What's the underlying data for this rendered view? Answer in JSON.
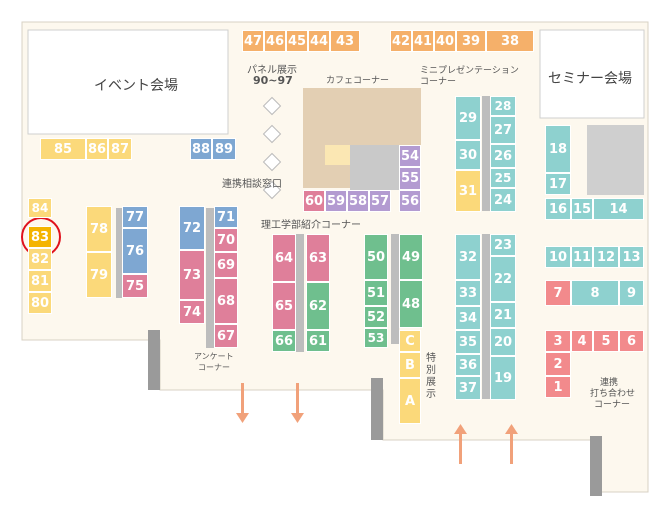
{
  "colors": {
    "floor": "#fdf8ee",
    "orange": "#f5b06a",
    "yellow": "#fbd97a",
    "blue": "#7ea7d2",
    "pink": "#df7f9a",
    "green": "#6fbf8e",
    "purple": "#b39bd1",
    "teal": "#8ed1cf",
    "salmon": "#f28a8c",
    "gray": "#bdbdbd",
    "cafe": "#d9c2a4",
    "highlight": "#e0121d",
    "highlight_fill": "#f4b400"
  },
  "halls": {
    "event": "イベント会場",
    "seminar": "セミナー会場"
  },
  "labels": {
    "panel_title": "パネル展示",
    "panel_range": "90~97",
    "cafe": "カフェコーナー",
    "mini_line1": "ミニプレゼンテーション",
    "mini_line2": "コーナー",
    "consult": "連携相談窓口",
    "science": "理工学部紹介コーナー",
    "survey_line1": "アンケート",
    "survey_line2": "コーナー",
    "special": "特別展示",
    "meeting_line1": "連携",
    "meeting_line2": "打ち合わせ",
    "meeting_line3": "コーナー"
  },
  "highlighted_booth": "83",
  "booths": [
    {
      "id": "47",
      "c": "orange"
    },
    {
      "id": "46",
      "c": "orange"
    },
    {
      "id": "45",
      "c": "orange"
    },
    {
      "id": "44",
      "c": "orange"
    },
    {
      "id": "43",
      "c": "orange"
    },
    {
      "id": "42",
      "c": "orange"
    },
    {
      "id": "41",
      "c": "orange"
    },
    {
      "id": "40",
      "c": "orange"
    },
    {
      "id": "39",
      "c": "orange"
    },
    {
      "id": "38",
      "c": "orange"
    },
    {
      "id": "85",
      "c": "yellow"
    },
    {
      "id": "86",
      "c": "yellow"
    },
    {
      "id": "87",
      "c": "yellow"
    },
    {
      "id": "88",
      "c": "blue"
    },
    {
      "id": "89",
      "c": "blue"
    },
    {
      "id": "84",
      "c": "yellow"
    },
    {
      "id": "83",
      "c": "highlight_fill"
    },
    {
      "id": "82",
      "c": "yellow"
    },
    {
      "id": "81",
      "c": "yellow"
    },
    {
      "id": "80",
      "c": "yellow"
    },
    {
      "id": "78",
      "c": "yellow"
    },
    {
      "id": "79",
      "c": "yellow"
    },
    {
      "id": "77",
      "c": "blue"
    },
    {
      "id": "76",
      "c": "blue"
    },
    {
      "id": "75",
      "c": "pink"
    },
    {
      "id": "72",
      "c": "blue"
    },
    {
      "id": "73",
      "c": "pink"
    },
    {
      "id": "74",
      "c": "pink"
    },
    {
      "id": "71",
      "c": "blue"
    },
    {
      "id": "70",
      "c": "pink"
    },
    {
      "id": "69",
      "c": "pink"
    },
    {
      "id": "68",
      "c": "pink"
    },
    {
      "id": "67",
      "c": "pink"
    },
    {
      "id": "64",
      "c": "pink"
    },
    {
      "id": "65",
      "c": "pink"
    },
    {
      "id": "66",
      "c": "green"
    },
    {
      "id": "63",
      "c": "pink"
    },
    {
      "id": "62",
      "c": "green"
    },
    {
      "id": "61",
      "c": "green"
    },
    {
      "id": "60",
      "c": "pink"
    },
    {
      "id": "59",
      "c": "purple"
    },
    {
      "id": "58",
      "c": "purple"
    },
    {
      "id": "57",
      "c": "purple"
    },
    {
      "id": "56",
      "c": "purple"
    },
    {
      "id": "54",
      "c": "purple"
    },
    {
      "id": "55",
      "c": "purple"
    },
    {
      "id": "50",
      "c": "green"
    },
    {
      "id": "51",
      "c": "green"
    },
    {
      "id": "52",
      "c": "green"
    },
    {
      "id": "53",
      "c": "green"
    },
    {
      "id": "49",
      "c": "green"
    },
    {
      "id": "48",
      "c": "green"
    },
    {
      "id": "C",
      "c": "yellow"
    },
    {
      "id": "B",
      "c": "yellow"
    },
    {
      "id": "A",
      "c": "yellow"
    },
    {
      "id": "29",
      "c": "teal"
    },
    {
      "id": "30",
      "c": "teal"
    },
    {
      "id": "31",
      "c": "yellow"
    },
    {
      "id": "28",
      "c": "teal"
    },
    {
      "id": "27",
      "c": "teal"
    },
    {
      "id": "26",
      "c": "teal"
    },
    {
      "id": "25",
      "c": "teal"
    },
    {
      "id": "24",
      "c": "teal"
    },
    {
      "id": "32",
      "c": "teal"
    },
    {
      "id": "33",
      "c": "teal"
    },
    {
      "id": "34",
      "c": "teal"
    },
    {
      "id": "35",
      "c": "teal"
    },
    {
      "id": "36",
      "c": "teal"
    },
    {
      "id": "37",
      "c": "teal"
    },
    {
      "id": "23",
      "c": "teal"
    },
    {
      "id": "22",
      "c": "teal"
    },
    {
      "id": "21",
      "c": "teal"
    },
    {
      "id": "20",
      "c": "teal"
    },
    {
      "id": "19",
      "c": "teal"
    },
    {
      "id": "18",
      "c": "teal"
    },
    {
      "id": "17",
      "c": "teal"
    },
    {
      "id": "16",
      "c": "teal"
    },
    {
      "id": "15",
      "c": "teal"
    },
    {
      "id": "14",
      "c": "teal"
    },
    {
      "id": "10",
      "c": "teal"
    },
    {
      "id": "11",
      "c": "teal"
    },
    {
      "id": "12",
      "c": "teal"
    },
    {
      "id": "13",
      "c": "teal"
    },
    {
      "id": "7",
      "c": "salmon"
    },
    {
      "id": "8",
      "c": "teal"
    },
    {
      "id": "9",
      "c": "teal"
    },
    {
      "id": "3",
      "c": "salmon"
    },
    {
      "id": "4",
      "c": "salmon"
    },
    {
      "id": "5",
      "c": "salmon"
    },
    {
      "id": "6",
      "c": "salmon"
    },
    {
      "id": "2",
      "c": "salmon"
    },
    {
      "id": "1",
      "c": "salmon"
    }
  ]
}
